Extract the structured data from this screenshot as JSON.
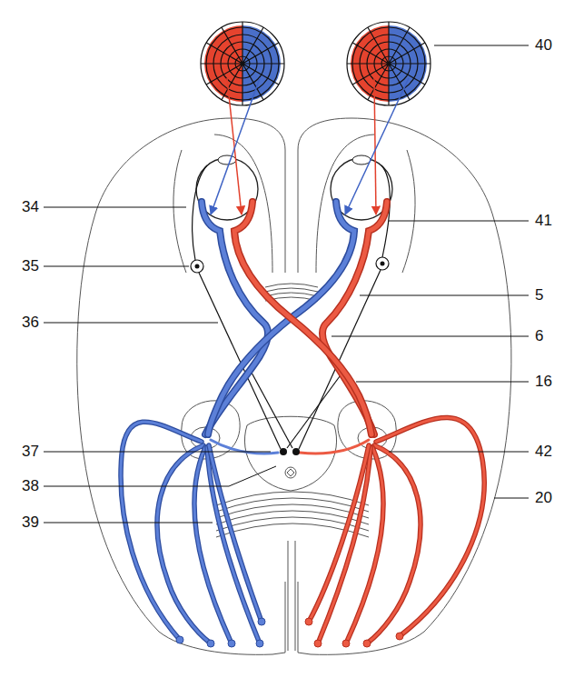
{
  "diagram": {
    "labels": [
      "40",
      "34",
      "41",
      "35",
      "5",
      "36",
      "6",
      "16",
      "37",
      "42",
      "38",
      "20",
      "39"
    ]
  }
}
